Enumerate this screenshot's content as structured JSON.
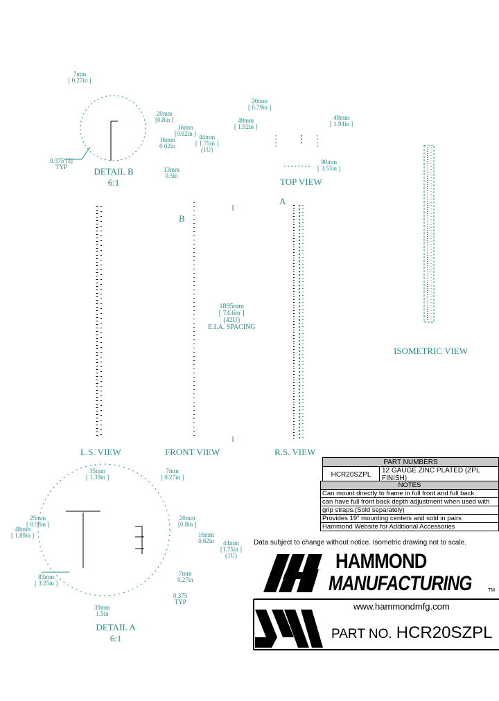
{
  "views": {
    "detail_b": {
      "title": "DETAIL B",
      "scale": "6:1"
    },
    "top_view": "TOP VIEW",
    "isometric": "ISOMETRIC VIEW",
    "ls_view": "L.S. VIEW",
    "front_view": "FRONT VIEW",
    "rs_view": "R.S. VIEW",
    "detail_a": {
      "title": "DETAIL A",
      "scale": "6:1"
    },
    "marker_a": "A",
    "marker_b": "B"
  },
  "dimensions": {
    "db_top": [
      "7mm",
      "[ 0.27in ]"
    ],
    "db_20": [
      "20mm",
      "[0.8in ]"
    ],
    "db_16": [
      "16mm",
      "[0.62in ]"
    ],
    "db_16b": [
      "16mm",
      "0.62in"
    ],
    "db_44": [
      "44mm",
      "[ 1.75in ]",
      "(1U)"
    ],
    "db_typ": [
      "0.375 [3]",
      "TYP"
    ],
    "db_bottom": [
      "13mm",
      "0.5in"
    ],
    "tv_20": [
      "20mm",
      "[ 0.79in ]"
    ],
    "tv_49": [
      "49mm",
      "[ 1.92in ]"
    ],
    "tv_49b": [
      "49mm",
      "[ 1.94in ]"
    ],
    "tv_90": [
      "90mm",
      "[ 3.53in ]"
    ],
    "front_span": [
      "1895mm",
      "[ 74.6in ]",
      "(42U)",
      "E.I.A. SPACING"
    ],
    "da_35": [
      "35mm",
      "[ 1.39in ]"
    ],
    "da_7": [
      "7mm",
      "[ 0.27in ]"
    ],
    "da_25": [
      "25mm",
      "[ 0.98in ]"
    ],
    "da_48": [
      "48mm",
      "[ 1.89in ]"
    ],
    "da_83": [
      "83mm",
      "[ 3.25in ]"
    ],
    "da_20": [
      "20mm",
      "[0.8in ]"
    ],
    "da_16": [
      "16mm",
      "0.62in"
    ],
    "da_44": [
      "44mm",
      "[1.75in ]",
      "(1U)"
    ],
    "da_7b": [
      "7mm",
      "0.27in"
    ],
    "da_typ": [
      "0.375",
      "TYP"
    ],
    "da_39": [
      "39mm",
      "1.5in"
    ]
  },
  "part_numbers": {
    "header": "PART NUMBERS",
    "rows": [
      {
        "part": "HCR20SZPL",
        "desc": "12 GAUGE ZINC PLATED (ZPL FINISH)"
      }
    ]
  },
  "notes": {
    "header": "NOTES",
    "lines": [
      "Can mount directly to frame in full front and full back positions or",
      "can have full front back depth adjustment when used with depth",
      "grip straps.(Sold separately)",
      "Provides 19\" mounting centers and sold in pairs",
      "Hammond Website for Additional Accessories"
    ]
  },
  "disclaimer": "Data subject to change without notice. Isometric drawing not to scale.",
  "brand": {
    "line1": "HAMMOND",
    "line2": "MANUFACTURING",
    "tm": "TM",
    "website": "www.hammondmfg.com",
    "part_label": "PART NO.",
    "part_no": "HCR20SZPL"
  },
  "colors": {
    "drawing": "#2a8c8c",
    "text": "#000000",
    "header_fill": "#c8c8c8"
  }
}
